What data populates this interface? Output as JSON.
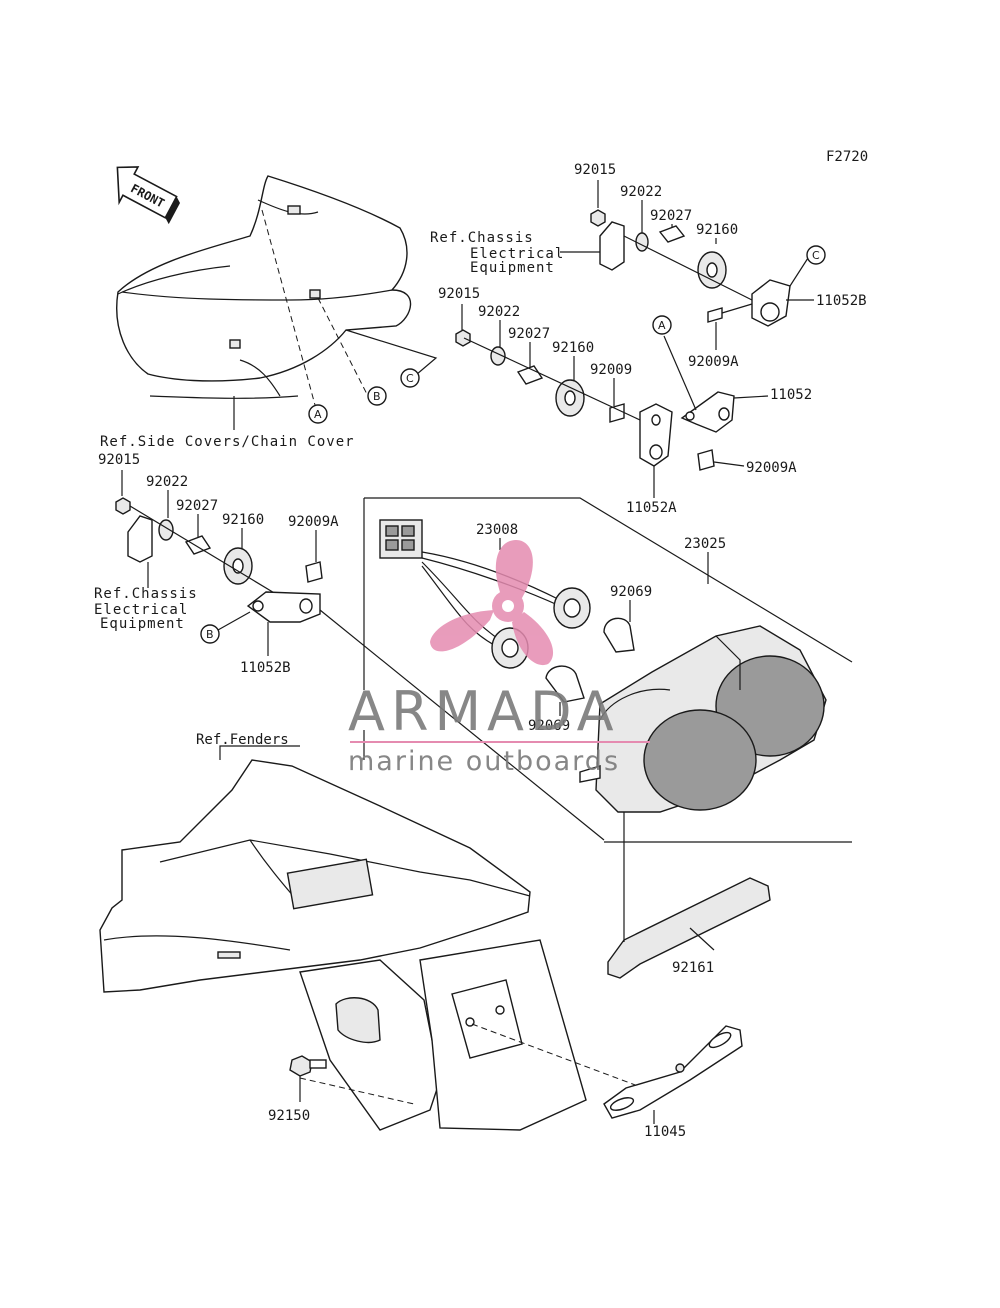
{
  "figure_code": "F2720",
  "front_label": "FRONT",
  "parts": {
    "p92015_top": "92015",
    "p92022_top": "92022",
    "p92027_top": "92027",
    "p92160_top": "92160",
    "p11052B_top": "11052B",
    "p92009A_top": "92009A",
    "p92015_mid": "92015",
    "p92022_mid": "92022",
    "p92027_mid": "92027",
    "p92160_mid": "92160",
    "p92009_mid": "92009",
    "p11052": "11052",
    "p92009A_mid": "92009A",
    "p11052A": "11052A",
    "p92015_left": "92015",
    "p92022_left": "92022",
    "p92027_left": "92027",
    "p92160_left": "92160",
    "p92009A_left": "92009A",
    "p11052B_left": "11052B",
    "p23008": "23008",
    "p23025": "23025",
    "p92069_a": "92069",
    "p92069_b": "92069",
    "p92161": "92161",
    "p92150": "92150",
    "p11045": "11045"
  },
  "refs": {
    "chassis_top": [
      "Ref.Chassis",
      "Electrical",
      "Equipment"
    ],
    "chassis_left": [
      "Ref.Chassis",
      "Electrical",
      "Equipment"
    ],
    "side_covers": "Ref.Side Covers/Chain Cover",
    "fenders": "Ref.Fenders"
  },
  "callouts": {
    "a1": "A",
    "b1": "B",
    "c1": "C",
    "c_top": "C",
    "a_mid": "A",
    "b_left": "B"
  },
  "watermark": {
    "brand": "ARMADA",
    "tagline": "marine outboards",
    "brand_color": "#7a7a7a",
    "logo_color": "#e58bb0"
  }
}
